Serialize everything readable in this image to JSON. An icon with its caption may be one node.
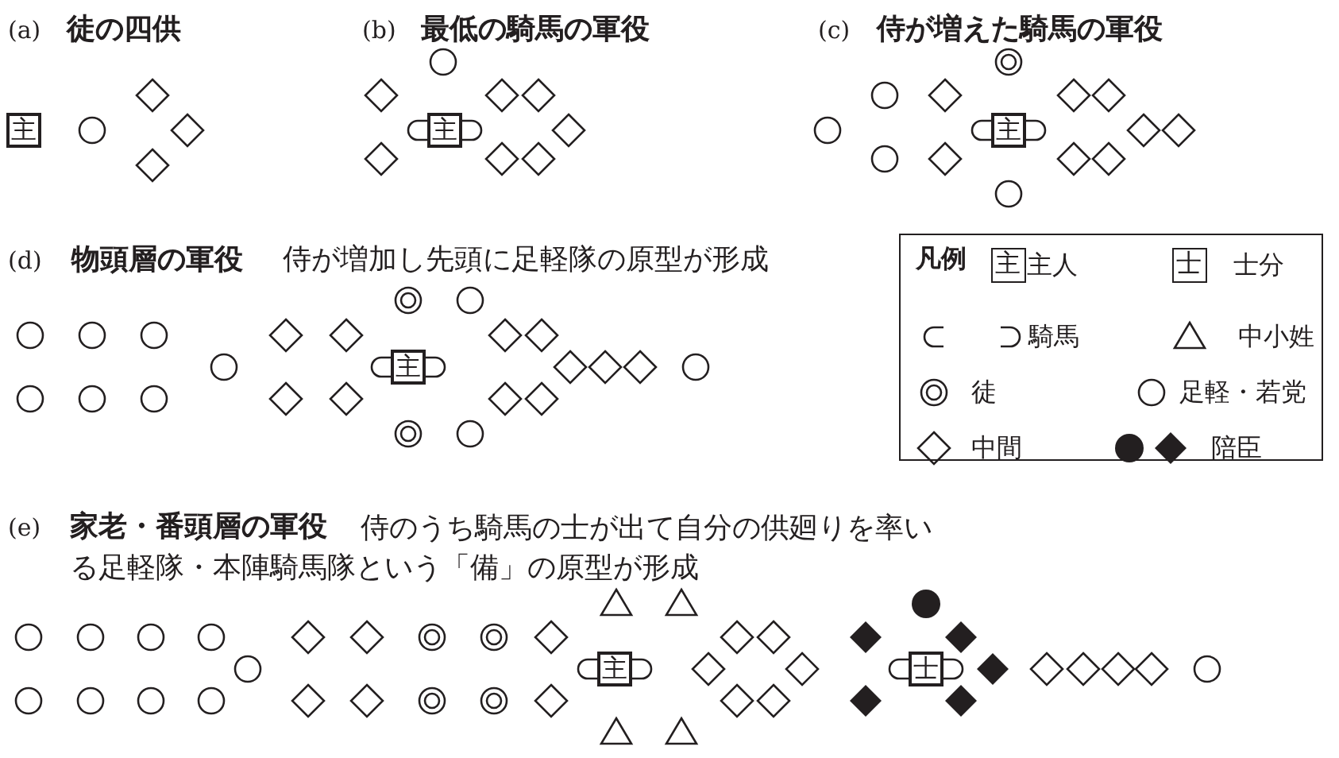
{
  "diagram": {
    "labels": [
      "(a)",
      "徒の四供",
      "(b)",
      "最低の騎馬の軍役",
      "(c)",
      "侍が増えた騎馬の軍役",
      "主",
      "主",
      "主",
      "(d)",
      "物頭層の軍役",
      "侍が増加し先頭に足軽隊の原型が形成",
      "凡例",
      "主",
      "士",
      "主",
      "(e)",
      "家老・番頭層の軍役",
      "侍のうち騎馬の士が出て自分の供廻りを率いる足軽隊・本陣騎馬隊という「備」の原型が形成",
      "主",
      "士"
    ],
    "legend": [
      {
        "text": "主人"
      },
      {
        "text": "士分"
      },
      {
        "text": "騎馬"
      },
      {
        "text": "中小姓"
      },
      {
        "text": "徒"
      },
      {
        "text": "足軽・若党"
      },
      {
        "text": "中間"
      },
      {
        "text": "陪臣"
      }
    ]
  }
}
